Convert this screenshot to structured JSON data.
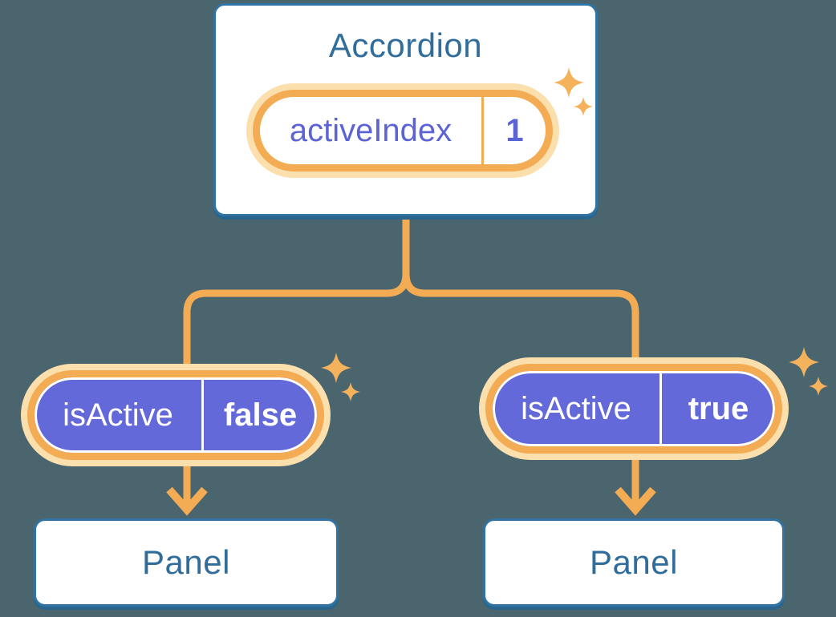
{
  "root_component": {
    "name": "Accordion",
    "state_pill": {
      "name": "activeIndex",
      "value": "1"
    }
  },
  "branches": [
    {
      "prop_pill": {
        "name": "isActive",
        "value": "false"
      },
      "child_component": {
        "name": "Panel"
      }
    },
    {
      "prop_pill": {
        "name": "isActive",
        "value": "true"
      },
      "child_component": {
        "name": "Panel"
      }
    }
  ],
  "icons": {
    "sparkle": "✦",
    "arrow_down": "▼"
  },
  "colors": {
    "orange": "#F4AC54",
    "orange_light": "#FBDFAC",
    "purple": "#6469DA",
    "purple_text": "#5C63D4",
    "blue_border": "#3174A3",
    "blue_shadow": "#29658D",
    "blue_text": "#306D9B",
    "bg": "#4B656F",
    "white": "#FFFFFF"
  }
}
